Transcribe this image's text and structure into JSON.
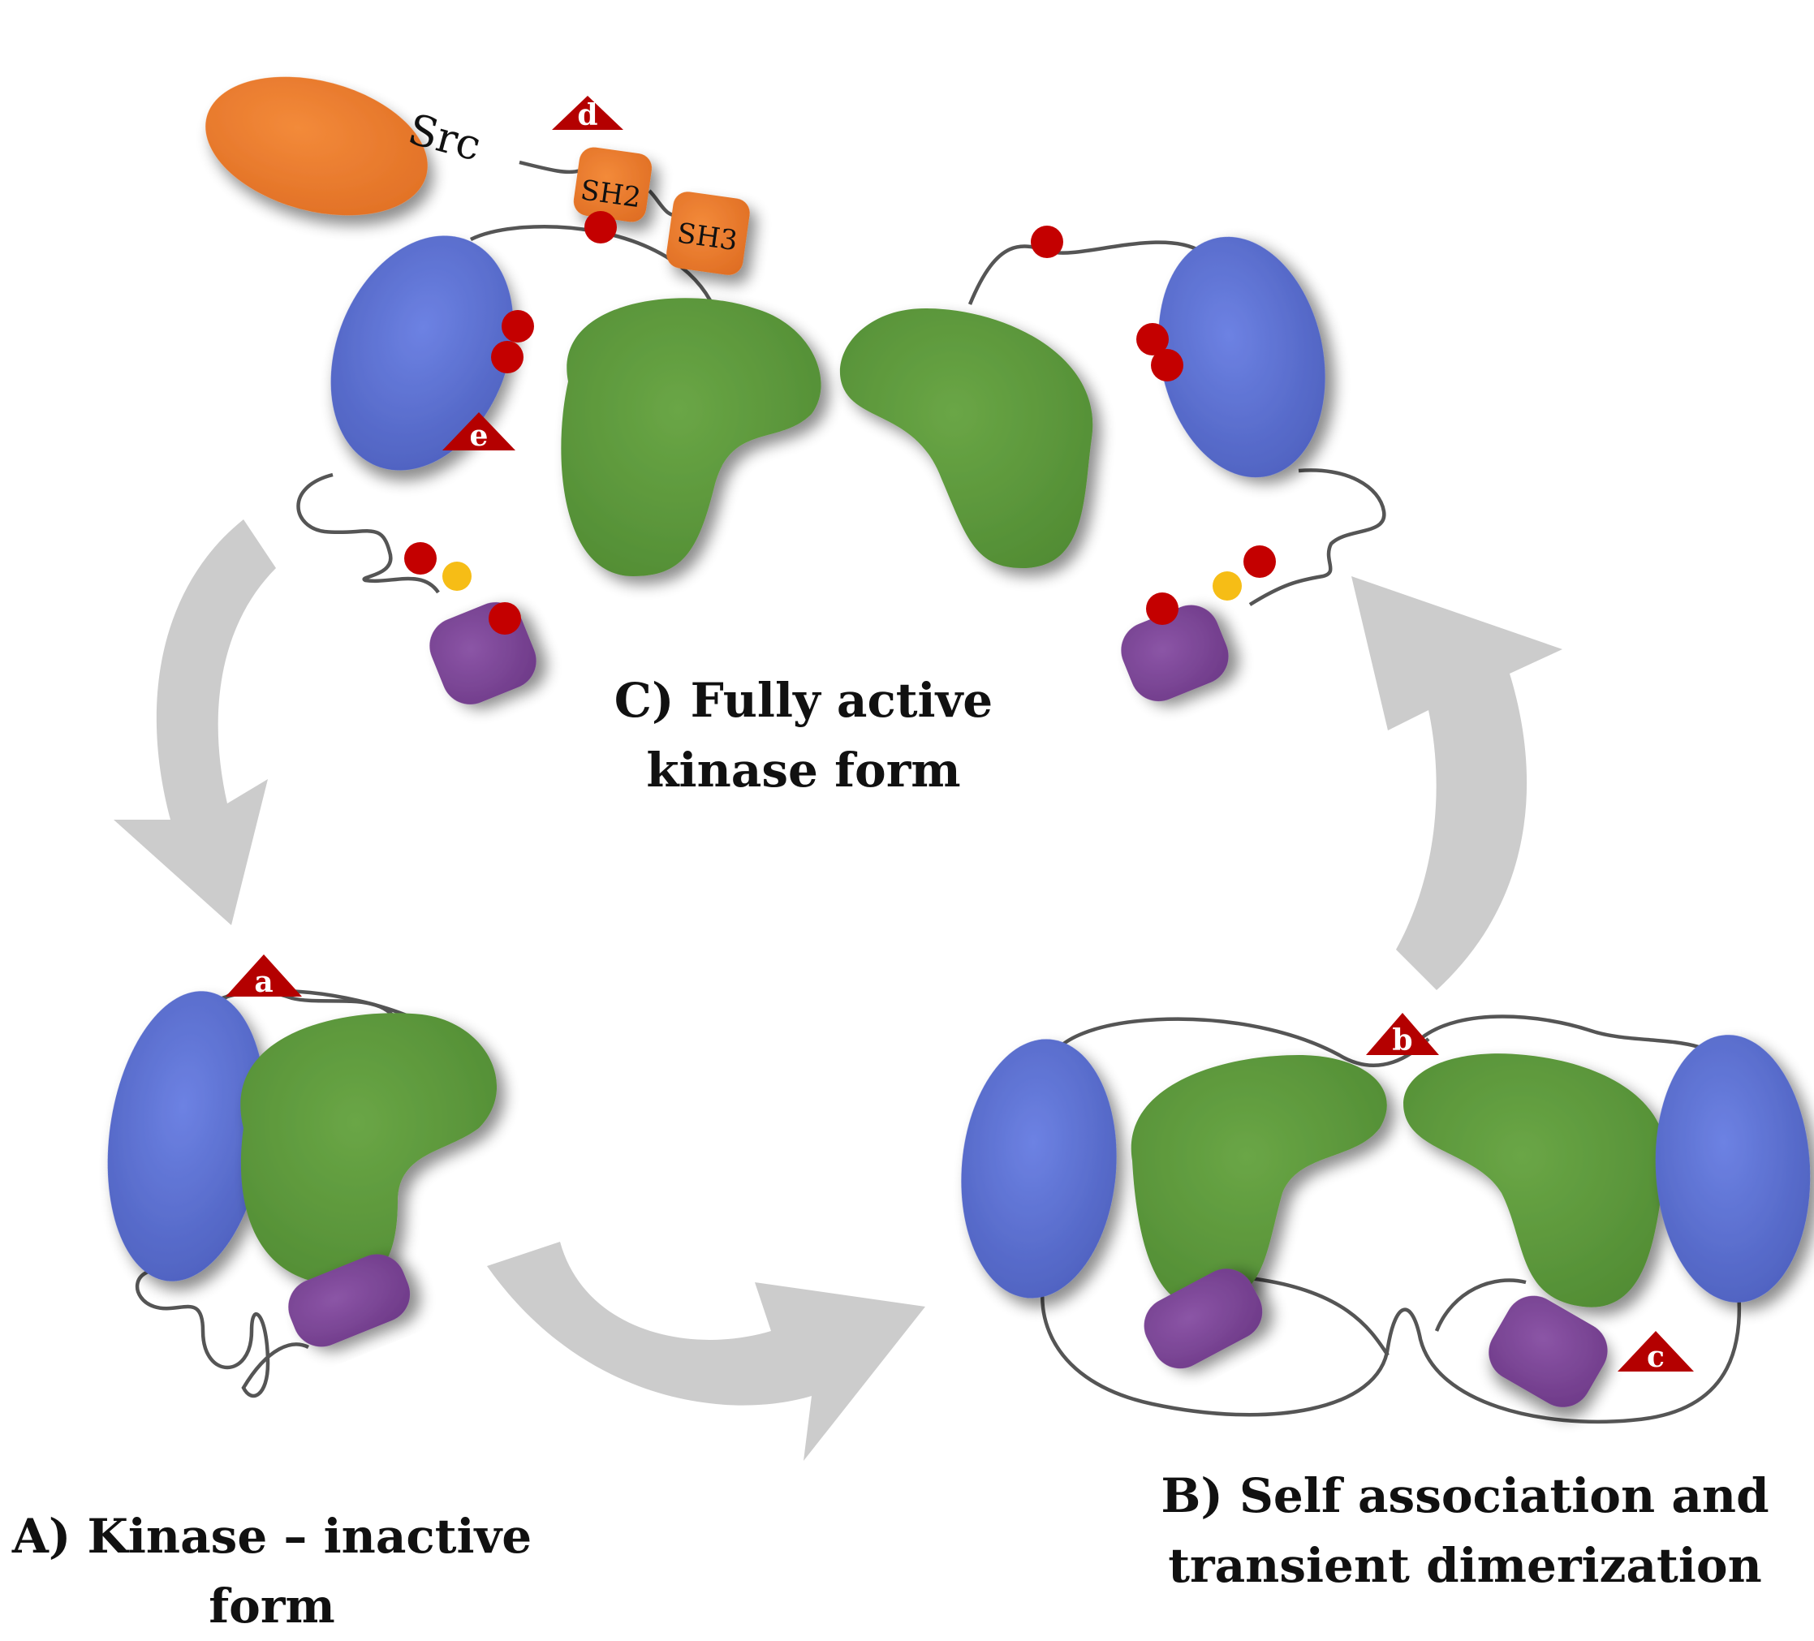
{
  "captions": {
    "a": {
      "line1": "A) Kinase – inactive",
      "line2": "form"
    },
    "b": {
      "line1": "B) Self association and",
      "line2": "transient dimerization"
    },
    "c": {
      "line1": "C) Fully active",
      "line2": "kinase form"
    }
  },
  "domains": {
    "src": "Src",
    "sh2": "SH2",
    "sh3": "SH3"
  },
  "site_markers": {
    "a": "a",
    "b": "b",
    "c": "c",
    "d": "d",
    "e": "e"
  },
  "colors": {
    "blue_domain": "#5b70d0",
    "green_domain": "#5f9a3e",
    "purple_domain": "#7c4595",
    "orange_domain": "#ec7a2c",
    "phospho_dot": "#c40000",
    "yellow_dot": "#f6bd16",
    "marker": "#b40000",
    "arrow": "#cccccc",
    "linker": "#555555"
  }
}
